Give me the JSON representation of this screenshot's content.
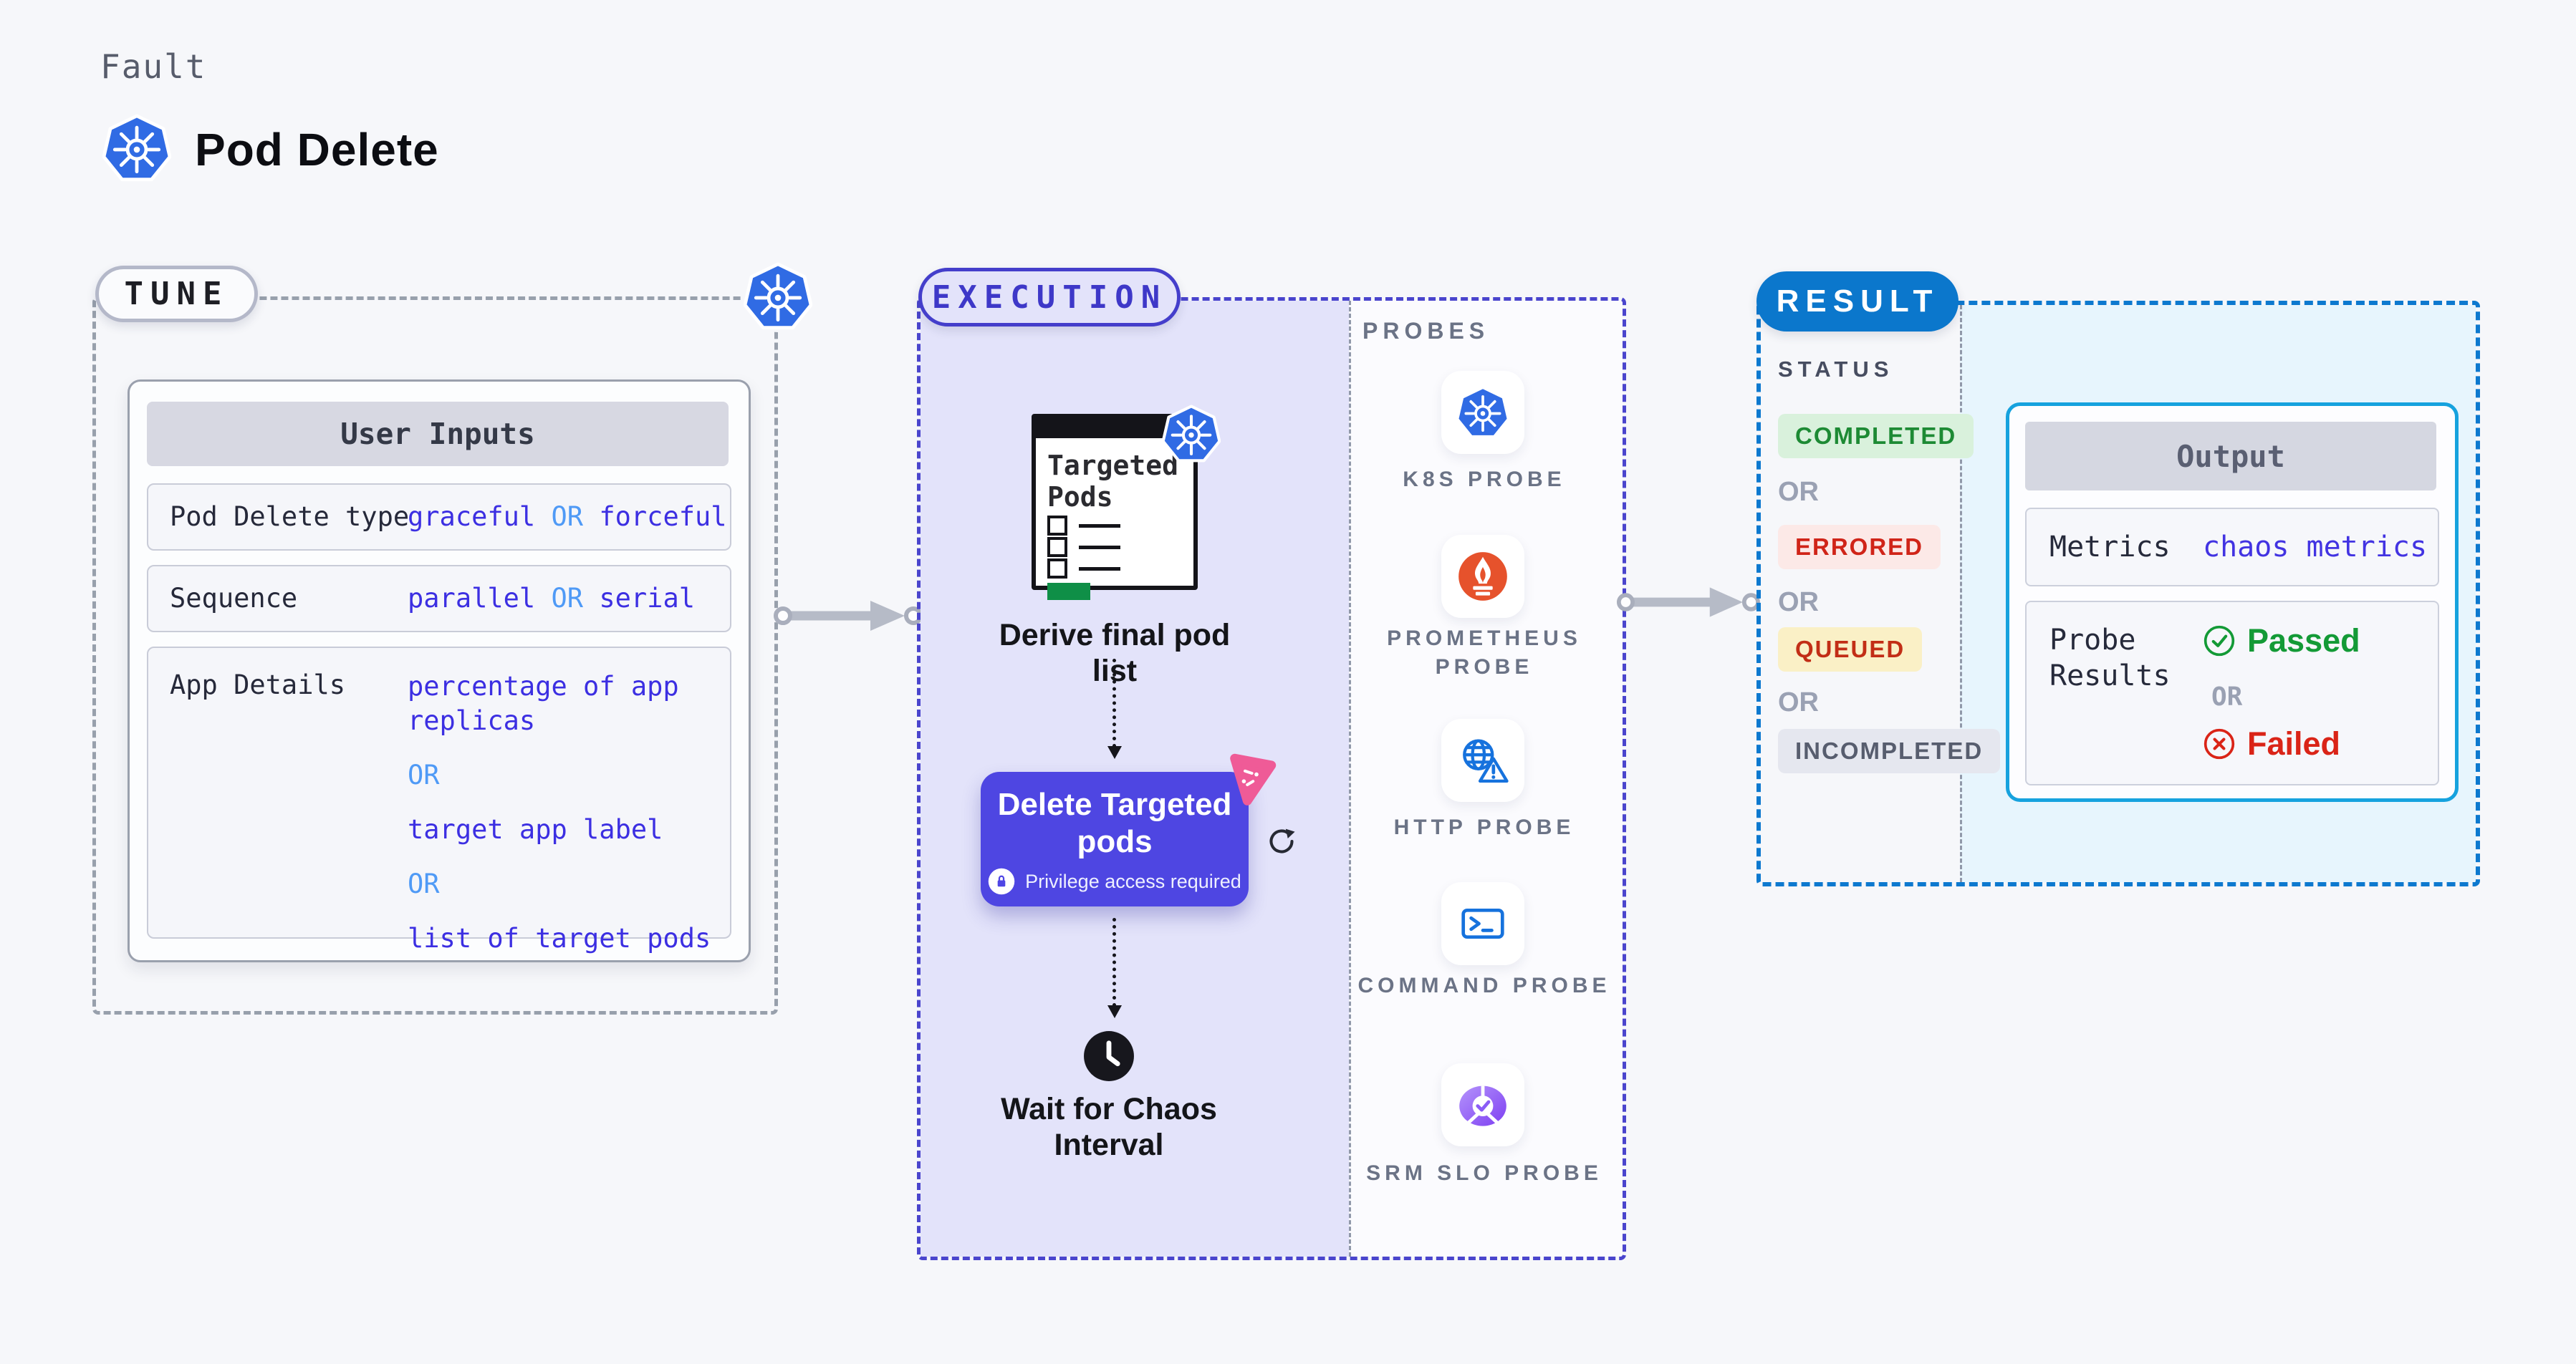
{
  "header": {
    "kicker": "Fault",
    "title": "Pod Delete"
  },
  "tune": {
    "pill": "TUNE",
    "user_inputs": {
      "header": "User Inputs",
      "rows": [
        {
          "label": "Pod Delete type",
          "v1": "graceful",
          "or": "OR",
          "v2": "forceful"
        },
        {
          "label": "Sequence",
          "v1": "parallel",
          "or": "OR",
          "v2": "serial"
        },
        {
          "label": "App Details",
          "or": "OR",
          "options": [
            "percentage of app replicas",
            "target app label",
            "list of target pods"
          ]
        }
      ]
    }
  },
  "execution": {
    "pill": "EXECUTION",
    "flow": {
      "targeted_pods": "Targeted Pods",
      "derive": "Derive final pod list",
      "delete_title": "Delete Targeted pods",
      "privilege_note": "Privilege access required",
      "wait": "Wait for Chaos Interval"
    },
    "probes": {
      "title": "PROBES",
      "items": [
        {
          "label": "K8S PROBE",
          "icon": "kubernetes-icon"
        },
        {
          "label": "PROMETHEUS PROBE",
          "icon": "prometheus-icon"
        },
        {
          "label": "HTTP PROBE",
          "icon": "http-probe-icon"
        },
        {
          "label": "COMMAND PROBE",
          "icon": "command-probe-icon"
        },
        {
          "label": "SRM SLO PROBE",
          "icon": "srm-slo-probe-icon"
        }
      ]
    }
  },
  "result": {
    "pill": "RESULT",
    "status": {
      "title": "STATUS",
      "or": "OR",
      "badges": [
        {
          "label": "COMPLETED",
          "fg": "#1d8a34",
          "bg": "#d9f1dc"
        },
        {
          "label": "ERRORED",
          "fg": "#d02418",
          "bg": "#fce9e7"
        },
        {
          "label": "QUEUED",
          "fg": "#c22e16",
          "bg": "#faf0c6"
        },
        {
          "label": "INCOMPLETED",
          "fg": "#575d6e",
          "bg": "#e5e7ef"
        }
      ]
    },
    "output": {
      "header": "Output",
      "metrics_label": "Metrics",
      "metrics_value": "chaos metrics",
      "probe_results_label": "Probe Results",
      "passed": "Passed",
      "or": "OR",
      "failed": "Failed"
    }
  },
  "colors": {
    "page_bg": "#f6f7fa",
    "kubernetes_blue": "#306be4",
    "value_blue": "#3c2fe2",
    "or_blue": "#4f9af6",
    "execution_border": "#443ecb",
    "execution_bg": "#e3e3fa",
    "delete_card_indigo": "#4e46e2",
    "chaos_pink": "#ef5b97",
    "result_blue": "#0b77cc",
    "result_bg": "#e7f5fd",
    "output_border": "#16a2de",
    "prometheus_orange": "#e6522c",
    "srm_purple": "#7e3ff2",
    "passed_green": "#139a36",
    "failed_red": "#da2417",
    "doc_green_bar": "#0f8f47"
  }
}
